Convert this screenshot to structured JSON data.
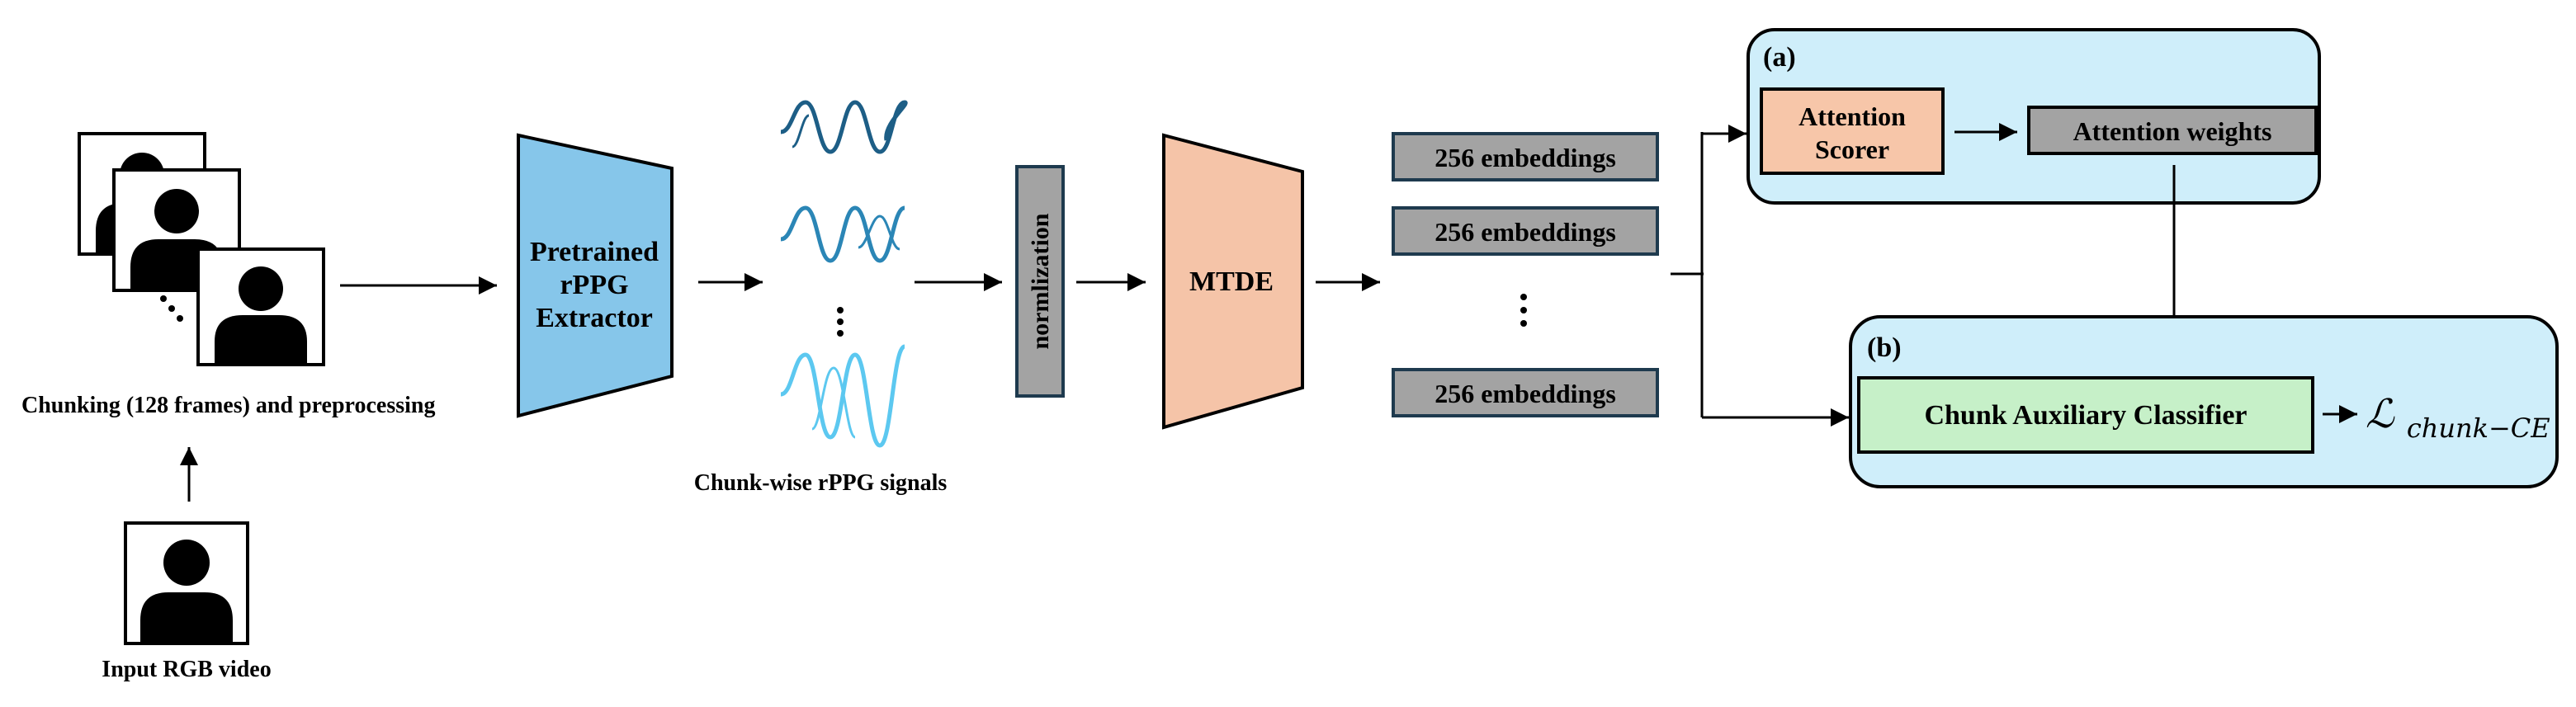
{
  "labels": {
    "chunking": "Chunking (128 frames) and preprocessing",
    "input_video": "Input RGB video",
    "extractor_line1": "Pretrained",
    "extractor_line2": "rPPG",
    "extractor_line3": "Extractor",
    "signals": "Chunk-wise rPPG signals",
    "normalization": "normlization",
    "mtde": "MTDE",
    "embedding_1": "256 embeddings",
    "embedding_2": "256 embeddings",
    "embedding_3": "256 embeddings",
    "panel_a": "(a)",
    "attention_scorer_line1": "Attention",
    "attention_scorer_line2": "Scorer",
    "attention_weights": "Attention weights",
    "panel_b": "(b)",
    "chunk_classifier": "Chunk Auxiliary Classifier",
    "loss_symbol": "ℒ",
    "loss_subscript": "chunk−CE"
  },
  "colors": {
    "extractor_fill": "#86c6ea",
    "mtde_fill": "#f5c4a8",
    "embedding_fill": "#a3a3a3",
    "panel_fill": "#cfeefa",
    "scorer_fill": "#f7c6a9",
    "classifier_fill": "#c6f0c8",
    "wave_dark": "#1d5e86",
    "wave_mid": "#2b86b6",
    "wave_light": "#5cc8f0"
  }
}
